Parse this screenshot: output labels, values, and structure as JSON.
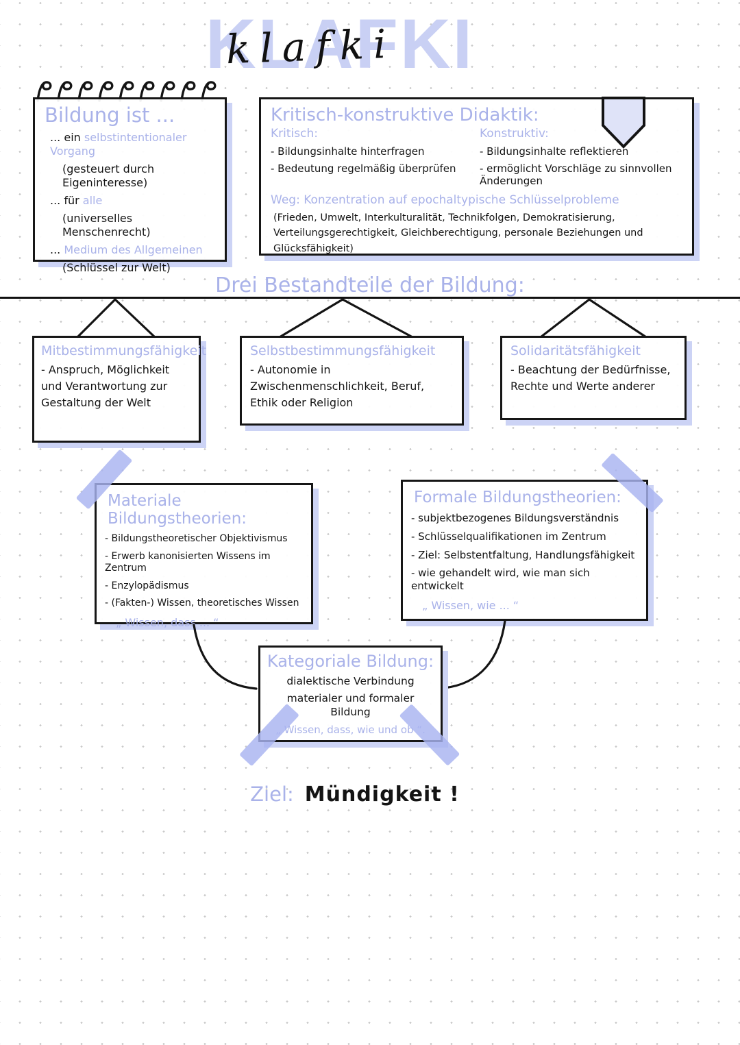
{
  "colors": {
    "accent": "#a9b2e9",
    "tape": "#a8b3f0",
    "shadow": "#ccd3f5",
    "ink": "#141414",
    "bookmark_fill": "#dfe3f8"
  },
  "header": {
    "script_title": "klafki",
    "block_title": "KLAFKI"
  },
  "bildung": {
    "title": "Bildung ist ...",
    "l1_black": "... ein",
    "l1_accent": "selbstintentionaler Vorgang",
    "l2": "(gesteuert durch Eigeninteresse)",
    "l3_black": "... für",
    "l3_accent": "alle",
    "l4": "(universelles Menschenrecht)",
    "l5_black": "...",
    "l5_accent": "Medium des Allgemeinen",
    "l6": "(Schlüssel zur Welt)"
  },
  "didaktik": {
    "title": "Kritisch-konstruktive Didaktik:",
    "left_header": "Kritisch:",
    "left_items": [
      "- Bildungsinhalte hinterfragen",
      "- Bedeutung regelmäßig überprüfen"
    ],
    "right_header": "Konstruktiv:",
    "right_items": [
      "- Bildungsinhalte reflektieren",
      "- ermöglicht Vorschläge zu sinnvollen Änderungen"
    ],
    "weg": "Weg: Konzentration auf epochaltypische Schlüsselprobleme",
    "weg_detail": "(Frieden, Umwelt, Interkulturalität, Technikfolgen, Demokratisierung, Verteilungsgerechtigkeit, Gleichberechtigung, personale Beziehungen und Glücksfähigkeit)"
  },
  "bestandteile": {
    "heading": "Drei Bestandteile der Bildung:",
    "boxes": [
      {
        "title": "Mitbestimmungsfähigkeit",
        "text": "- Anspruch, Möglichkeit und Verantwortung zur Gestaltung der Welt"
      },
      {
        "title": "Selbstbestimmungsfähigkeit",
        "text": "- Autonomie in Zwischenmenschlichkeit, Beruf, Ethik oder Religion"
      },
      {
        "title": "Solidaritätsfähigkeit",
        "text": "- Beachtung der Bedürfnisse, Rechte und Werte anderer"
      }
    ]
  },
  "materiale": {
    "title": "Materiale Bildungstheorien:",
    "items": [
      "- Bildungstheoretischer Objektivismus",
      "- Erwerb kanonisierten Wissens im Zentrum",
      "- Enzylopädismus",
      "- (Fakten-) Wissen, theoretisches Wissen"
    ],
    "quote": "„ Wissen, dass ... “"
  },
  "formale": {
    "title": "Formale Bildungstheorien:",
    "items": [
      "- subjektbezogenes Bildungsverständnis",
      "- Schlüsselqualifikationen im Zentrum",
      "- Ziel: Selbstentfaltung, Handlungsfähigkeit",
      "- wie gehandelt wird, wie man sich entwickelt"
    ],
    "quote": "„ Wissen, wie ... “"
  },
  "kategoriale": {
    "title": "Kategoriale Bildung:",
    "line1": "dialektische Verbindung",
    "line2": "materialer und formaler Bildung",
    "quote": "„ Wissen, dass, wie und ob “."
  },
  "ziel": {
    "label": "Ziel:",
    "value": "Mündigkeit !"
  }
}
